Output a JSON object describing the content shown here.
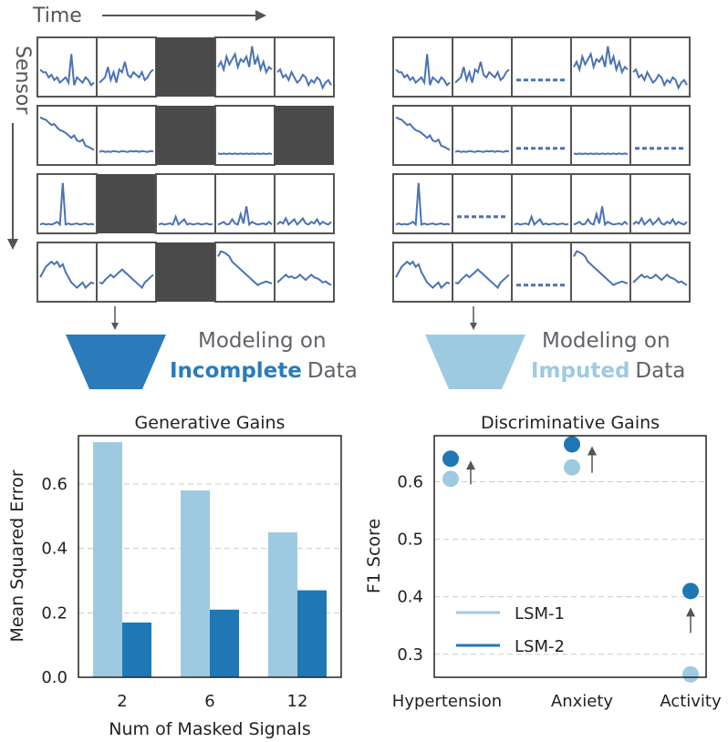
{
  "diagram": {
    "time_label": "Time",
    "sensor_label": "Sensor",
    "left_caption": {
      "line1": "Modeling on",
      "highlight": "Incomplete",
      "rest": "Data"
    },
    "right_caption": {
      "line1": "Modeling on",
      "highlight": "Imputed",
      "rest": "Data"
    },
    "colors": {
      "signal": "#4a72b5",
      "masked": "#4a4a4a",
      "incomplete": "#2b7bba",
      "imputed": "#9ecae1",
      "frame": "#555555"
    },
    "left_masked_cells": [
      [
        0,
        2
      ],
      [
        1,
        2
      ],
      [
        1,
        4
      ],
      [
        2,
        1
      ],
      [
        3,
        2
      ]
    ],
    "right_imputed_cells": [
      [
        0,
        2
      ],
      [
        1,
        2
      ],
      [
        1,
        4
      ],
      [
        2,
        1
      ],
      [
        3,
        2
      ]
    ]
  },
  "chart_data": [
    {
      "type": "bar",
      "title": "Generative Gains",
      "xlabel": "Num of Masked Signals",
      "ylabel": "Mean Squared Error",
      "categories": [
        "2",
        "6",
        "12"
      ],
      "ylim": [
        0,
        0.75
      ],
      "yticks": [
        "0.0",
        "0.2",
        "0.4",
        "0.6"
      ],
      "grid": "horizontal-dashed",
      "series": [
        {
          "name": "LSM-1",
          "color": "#9ecae1",
          "values": [
            0.73,
            0.58,
            0.45
          ]
        },
        {
          "name": "LSM-2",
          "color": "#1f78b4",
          "values": [
            0.17,
            0.21,
            0.27
          ]
        }
      ]
    },
    {
      "type": "scatter",
      "title": "Discriminative Gains",
      "ylabel": "F1 Score",
      "categories": [
        "Hypertension",
        "Anxiety",
        "Activity"
      ],
      "ylim": [
        0.26,
        0.68
      ],
      "yticks": [
        "0.3",
        "0.4",
        "0.5",
        "0.6"
      ],
      "grid": "horizontal-dashed",
      "legend_position": "bottom-left",
      "series": [
        {
          "name": "LSM-1",
          "color": "#9ecae1",
          "values": [
            0.605,
            0.625,
            0.265
          ]
        },
        {
          "name": "LSM-2",
          "color": "#1f78b4",
          "values": [
            0.64,
            0.665,
            0.41
          ]
        }
      ],
      "legend": [
        "LSM-1",
        "LSM-2"
      ]
    }
  ]
}
